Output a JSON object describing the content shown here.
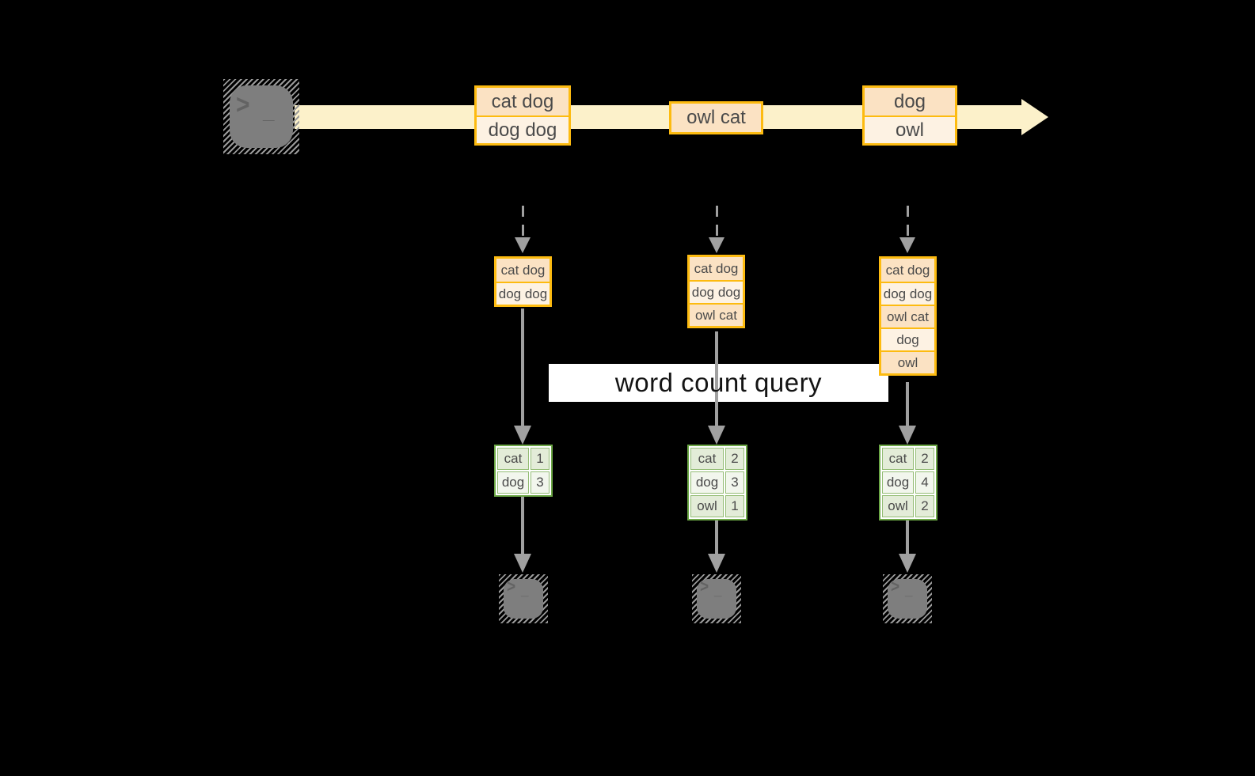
{
  "colors": {
    "band": "#fcf1ca",
    "gold": "#fdbb10",
    "peach": "#fbe2c3",
    "cream": "#fdf2e3",
    "green": "#6ca746",
    "greenlight": "#94bd75",
    "sage": "#e3ecd8",
    "sagelight": "#f2f6ed",
    "arrow": "#a0a0a0",
    "termgray": "#7e7e7e",
    "inktext": "#4a4a4a"
  },
  "query_label": "word count query",
  "icons": {
    "terminal_prompt": ">",
    "terminal_cursor": "_"
  },
  "stream": {
    "events": [
      {
        "lines": [
          "cat dog",
          "dog dog"
        ]
      },
      {
        "lines": [
          "owl cat"
        ]
      },
      {
        "lines": [
          "dog",
          "owl"
        ]
      }
    ]
  },
  "columns": [
    {
      "buffer": [
        "cat dog",
        "dog dog"
      ],
      "counts": [
        {
          "word": "cat",
          "count": "1"
        },
        {
          "word": "dog",
          "count": "3"
        }
      ]
    },
    {
      "buffer": [
        "cat dog",
        "dog dog",
        "owl cat"
      ],
      "counts": [
        {
          "word": "cat",
          "count": "2"
        },
        {
          "word": "dog",
          "count": "3"
        },
        {
          "word": "owl",
          "count": "1"
        }
      ]
    },
    {
      "buffer": [
        "cat dog",
        "dog dog",
        "owl cat",
        "dog",
        "owl"
      ],
      "counts": [
        {
          "word": "cat",
          "count": "2"
        },
        {
          "word": "dog",
          "count": "4"
        },
        {
          "word": "owl",
          "count": "2"
        }
      ]
    }
  ]
}
